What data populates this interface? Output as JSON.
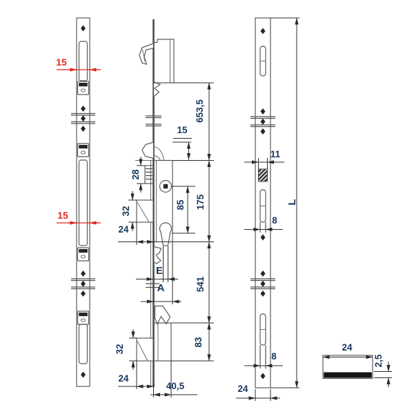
{
  "drawing_type": "technical-dimension-drawing",
  "colors": {
    "background": "#ffffff",
    "line": "#5a5a5a",
    "dimension_line": "#2b2b2b",
    "dimension_text": "#17365d",
    "red_dimension": "#e0281e",
    "dark_fill": "#262626"
  },
  "symbols": {
    "screw_hole": "filled-diamond",
    "break_mark": "double-parallel-lines",
    "cam_block": "cross-hatched-rect"
  },
  "views": {
    "left_strip": {
      "dim_width_top": "15",
      "dim_width_mid": "15"
    },
    "center": {
      "dim_latch": "15",
      "dim_follower": "28",
      "dim_bolt_mid": "32",
      "dim_backset_mid": "24",
      "dim_axis": "85",
      "dim_case": "175",
      "dim_top": "653,5",
      "label_entry": "E",
      "label_axis": "A",
      "dim_lower": "541",
      "dim_bolt_bot": "32",
      "dim_backset_bot": "24",
      "dim_bottom_case": "83",
      "dim_depth": "40,5"
    },
    "right_strip": {
      "dim_cam": "11",
      "dim_slot_top": "8",
      "label_length": "L",
      "dim_slot_bot": "8",
      "dim_width": "24"
    },
    "section": {
      "dim_width": "24",
      "dim_thickness": "2,5"
    }
  }
}
